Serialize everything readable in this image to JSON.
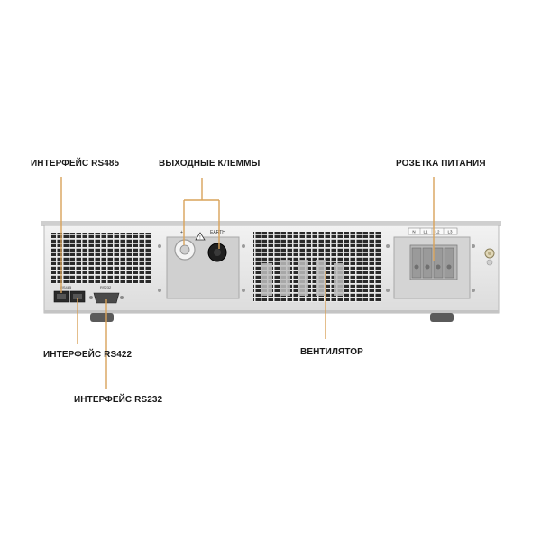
{
  "labels": {
    "rs485": "ИНТЕРФЕЙС RS485",
    "output_terminals": "ВЫХОДНЫЕ КЛЕММЫ",
    "power_socket": "РОЗЕТКА ПИТАНИЯ",
    "rs422": "ИНТЕРФЕЙС RS422",
    "fan": "ВЕНТИЛЯТОР",
    "rs232": "ИНТЕРФЕЙС RS232"
  },
  "panel_marks": {
    "rs485_port": "RS485",
    "rs232_port": "RS232",
    "terminal_plus": "+",
    "terminal_earth": "EARTH",
    "power_pins": [
      "N",
      "L1",
      "L2",
      "L3"
    ]
  },
  "colors": {
    "annotation_line": "#d9a35a",
    "chassis": "#e6e6e6",
    "vent": "#2a2a2a"
  }
}
